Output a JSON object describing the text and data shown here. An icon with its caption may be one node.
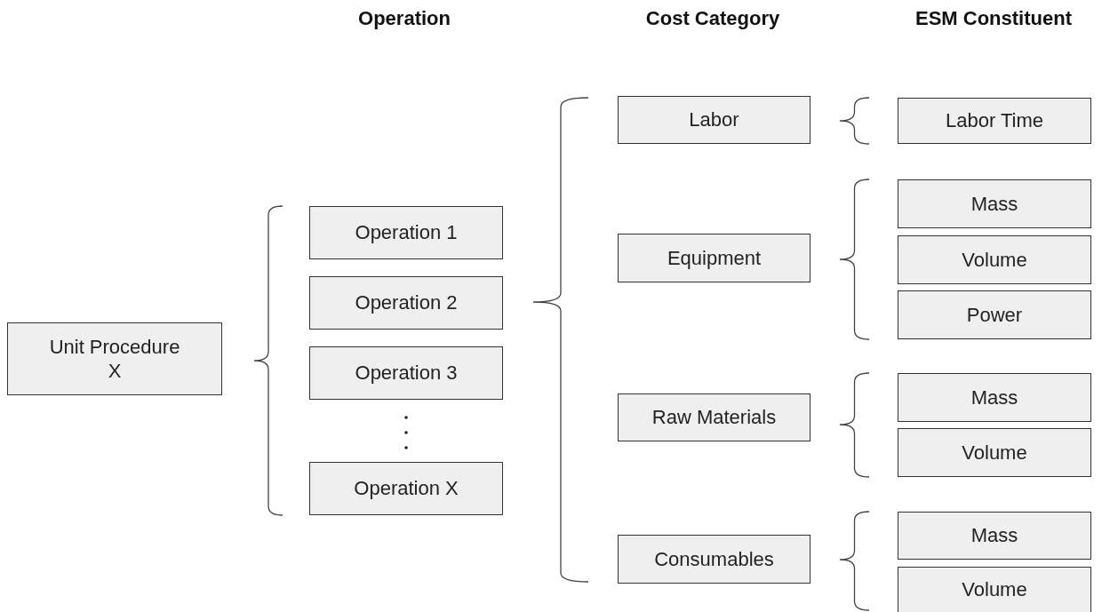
{
  "diagram": {
    "nodes": [
      {
        "text": [
          "Unit Procedure X"
        ]
      },
      {
        "text": [
          "Operation 1"
        ]
      },
      {
        "text": [
          "Operation 2"
        ]
      },
      {
        "text": [
          "Operation 3"
        ]
      },
      {
        "text": [
          "Operation X"
        ]
      },
      {
        "text": [
          "Labor"
        ]
      },
      {
        "text": [
          "Equipment"
        ]
      },
      {
        "text": [
          "Raw Materials"
        ]
      },
      {
        "text": [
          "Consumables"
        ]
      },
      {
        "text": [
          "Labor Time"
        ]
      },
      {
        "text": [
          "Mass"
        ]
      },
      {
        "text": [
          "Volume"
        ]
      },
      {
        "text": [
          "Power"
        ]
      },
      {
        "text": [
          "Mass"
        ]
      },
      {
        "text": [
          "Volume"
        ]
      },
      {
        "text": [
          "Mass"
        ]
      },
      {
        "text": [
          "Volume"
        ]
      }
    ],
    "labels": [
      "Operation",
      "Cost Category",
      "ESM Constituent"
    ]
  }
}
